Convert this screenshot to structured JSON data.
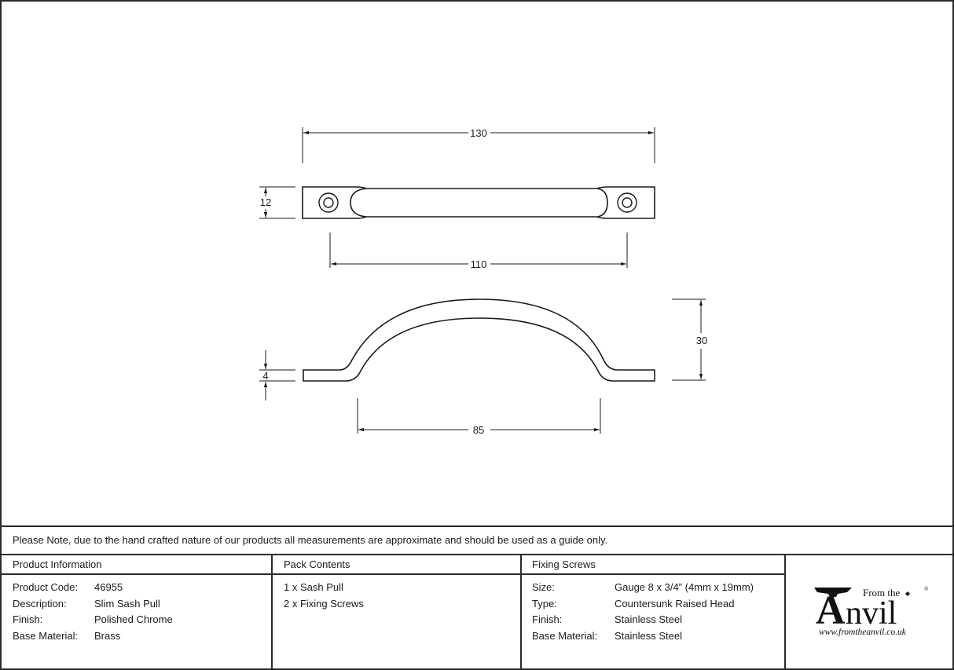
{
  "drawing": {
    "top_view": {
      "overall_length_label": "130",
      "height_label": "12",
      "hole_centres_label": "110"
    },
    "side_view": {
      "thickness_label": "4",
      "projection_label": "30",
      "inner_span_label": "85"
    }
  },
  "note": "Please Note, due to the hand crafted nature of our products all measurements are approximate and should be used as a guide only.",
  "product_information": {
    "title": "Product Information",
    "rows": [
      {
        "label": "Product Code:",
        "value": "46955"
      },
      {
        "label": "Description:",
        "value": "Slim Sash Pull"
      },
      {
        "label": "Finish:",
        "value": "Polished Chrome"
      },
      {
        "label": "Base Material:",
        "value": "Brass"
      }
    ]
  },
  "pack_contents": {
    "title": "Pack Contents",
    "items": [
      "1 x Sash Pull",
      "2 x Fixing Screws"
    ]
  },
  "fixing_screws": {
    "title": "Fixing Screws",
    "rows": [
      {
        "label": "Size:",
        "value": "Gauge 8 x 3/4” (4mm x 19mm)"
      },
      {
        "label": "Type:",
        "value": "Countersunk Raised Head"
      },
      {
        "label": "Finish:",
        "value": "Stainless Steel"
      },
      {
        "label": "Base Material:",
        "value": "Stainless Steel"
      }
    ]
  },
  "logo": {
    "small_text": "From the",
    "big_initial": "A",
    "big_text": "nvil",
    "registered": "®",
    "url": "www.fromtheanvil.co.uk"
  }
}
